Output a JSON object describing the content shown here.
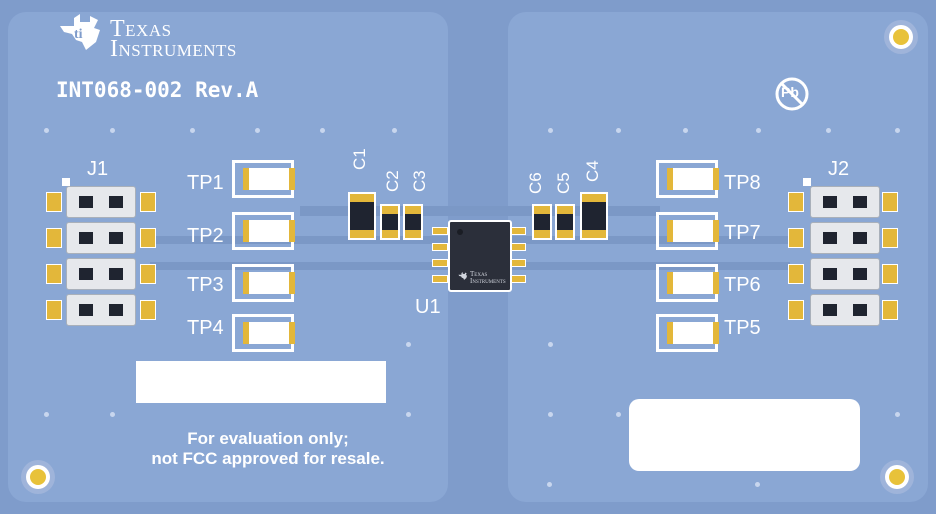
{
  "board": {
    "manufacturer_line1": "Texas",
    "manufacturer_line2": "Instruments",
    "part_number": "INT068-002 Rev.A",
    "notice_line1": "For evaluation only;",
    "notice_line2": "not FCC approved for resale.",
    "pb_free_symbol": "Pb",
    "colors": {
      "board": "#7f9ccb",
      "pad": "#e3b73a",
      "silk": "#ffffff"
    }
  },
  "connectors": {
    "j1": "J1",
    "j2": "J2"
  },
  "test_points": {
    "tp1": "TP1",
    "tp2": "TP2",
    "tp3": "TP3",
    "tp4": "TP4",
    "tp5": "TP5",
    "tp6": "TP6",
    "tp7": "TP7",
    "tp8": "TP8"
  },
  "capacitors": {
    "c1": "C1",
    "c2": "C2",
    "c3": "C3",
    "c4": "C4",
    "c5": "C5",
    "c6": "C6"
  },
  "ic": {
    "designator": "U1",
    "logo_line1": "Texas",
    "logo_line2": "Instruments",
    "logo_icon": "ti-logo-icon"
  }
}
